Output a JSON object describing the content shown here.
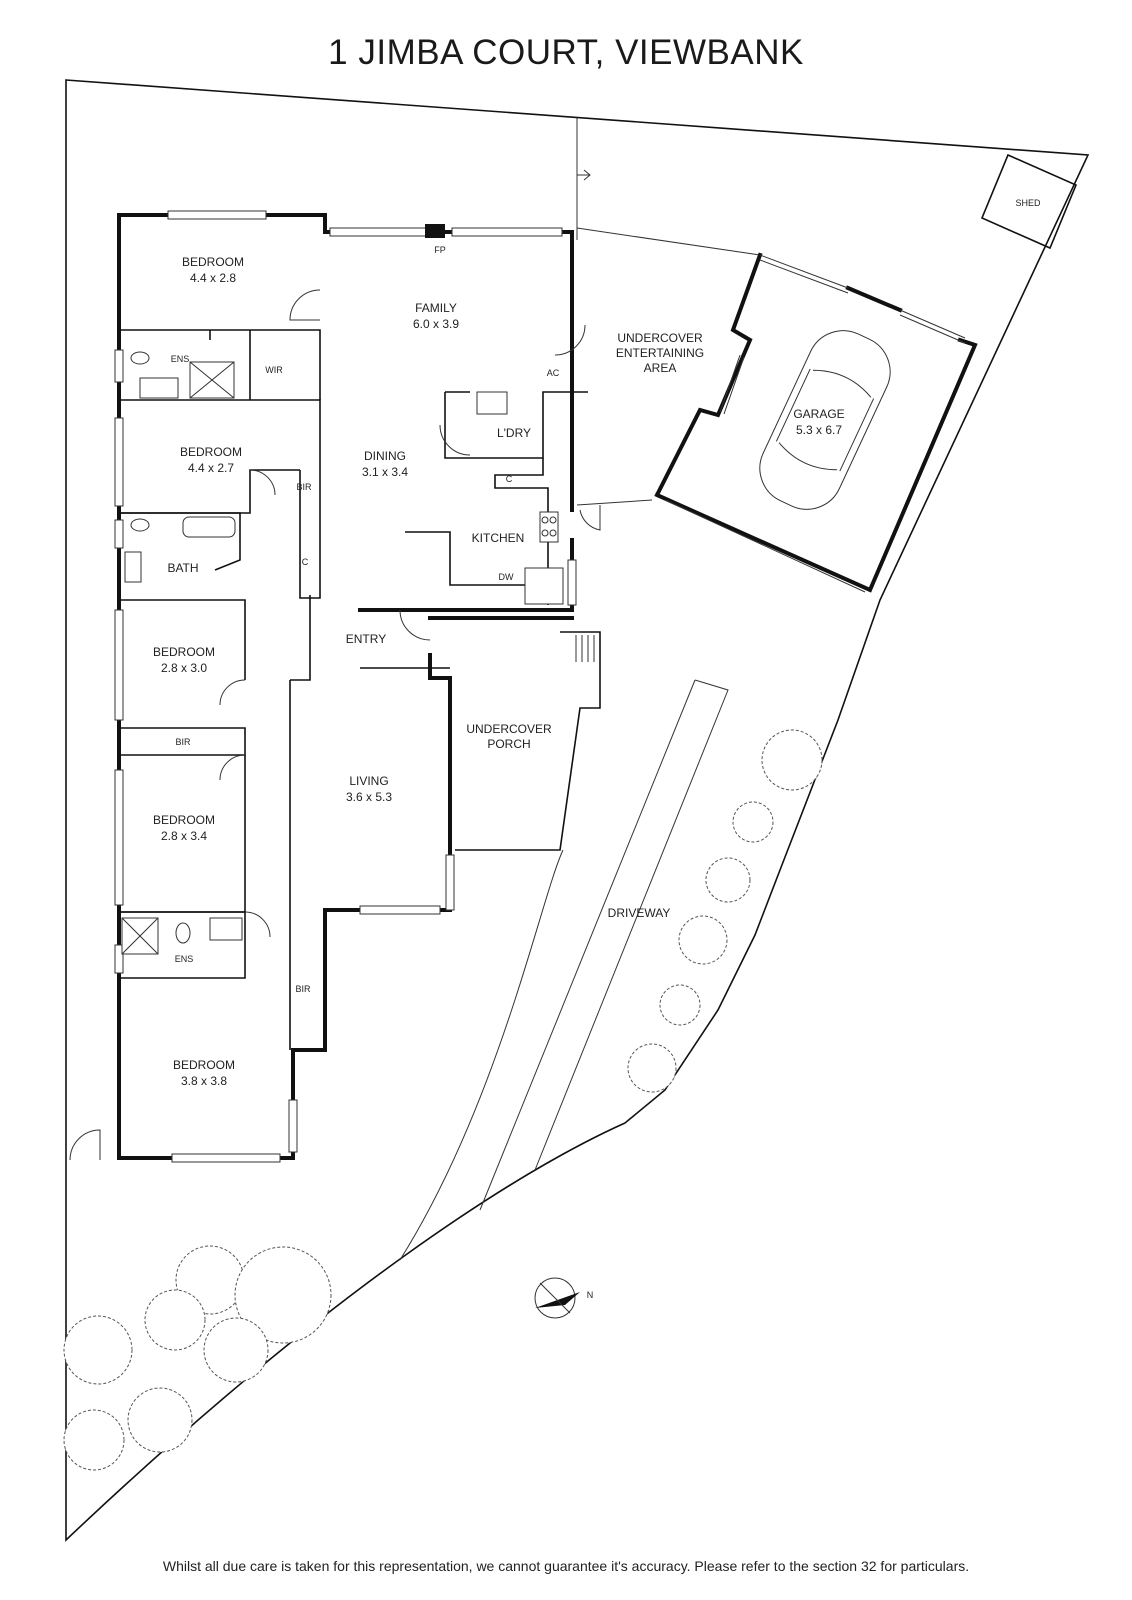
{
  "title": "1 JIMBA COURT, VIEWBANK",
  "disclaimer": "Whilst all due care is taken for this representation, we cannot guarantee it's accuracy. Please refer to the section 32 for particulars.",
  "rooms": {
    "bedroom1": {
      "name": "BEDROOM",
      "size": "4.4 x 2.8"
    },
    "family": {
      "name": "FAMILY",
      "size": "6.0 x 3.9"
    },
    "entertaining": {
      "line1": "UNDERCOVER",
      "line2": "ENTERTAINING",
      "line3": "AREA"
    },
    "garage": {
      "name": "GARAGE",
      "size": "5.3 x 6.7"
    },
    "shed": {
      "name": "SHED"
    },
    "ens1": {
      "name": "ENS"
    },
    "wir": {
      "name": "WIR"
    },
    "ac": {
      "name": "AC"
    },
    "fp": {
      "name": "FP"
    },
    "laundry": {
      "name": "L'DRY"
    },
    "bedroom2": {
      "name": "BEDROOM",
      "size": "4.4 x 2.7"
    },
    "dining": {
      "name": "DINING",
      "size": "3.1 x 3.4"
    },
    "bir1": {
      "name": "BIR"
    },
    "c1": {
      "name": "C"
    },
    "c2": {
      "name": "C"
    },
    "kitchen": {
      "name": "KITCHEN"
    },
    "dw": {
      "name": "DW"
    },
    "bath": {
      "name": "BATH"
    },
    "bedroom3": {
      "name": "BEDROOM",
      "size": "2.8 x 3.0"
    },
    "entry": {
      "name": "ENTRY"
    },
    "porch": {
      "line1": "UNDERCOVER",
      "line2": "PORCH"
    },
    "bir2": {
      "name": "BIR"
    },
    "living": {
      "name": "LIVING",
      "size": "3.6 x 5.3"
    },
    "bedroom4": {
      "name": "BEDROOM",
      "size": "2.8 x 3.4"
    },
    "driveway": {
      "name": "DRIVEWAY"
    },
    "ens2": {
      "name": "ENS"
    },
    "bir3": {
      "name": "BIR"
    },
    "bedroom5": {
      "name": "BEDROOM",
      "size": "3.8 x 3.8"
    }
  },
  "compass": {
    "label": "N"
  }
}
